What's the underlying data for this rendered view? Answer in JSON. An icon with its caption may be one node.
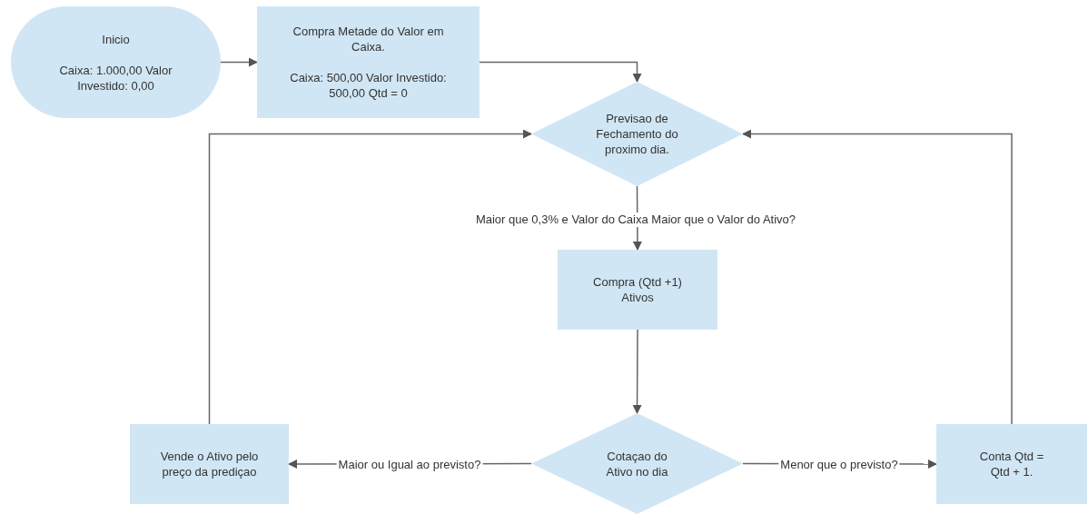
{
  "diagram": {
    "nodes": [
      {
        "text": [
          "Inicio",
          "Caixa: 1.000,00 Valor Investido: 0,00"
        ]
      },
      {
        "text": [
          "Compra Metade do Valor em Caixa.",
          "Caixa: 500,00 Valor Investido: 500,00 Qtd = 0"
        ]
      },
      {
        "text": [
          "Previsao de Fechamento do proximo dia."
        ]
      },
      {
        "text": [
          "Compra (Qtd +1) Ativos"
        ]
      },
      {
        "text": [
          "Cotaçao do Ativo no dia"
        ]
      },
      {
        "text": [
          "Vende o Ativo pelo preço da prediçao"
        ]
      },
      {
        "text": [
          "Conta Qtd = Qtd + 1."
        ]
      }
    ],
    "edges": [
      {
        "from": 0,
        "to": 1,
        "arrow": "to"
      },
      {
        "from": 1,
        "to": 2,
        "arrow": "to"
      },
      {
        "from": 2,
        "to": 3,
        "arrow": "to",
        "label": "Maior que 0,3% e Valor do Caixa Maior que o Valor do Ativo?"
      },
      {
        "from": 3,
        "to": 4,
        "arrow": "to"
      },
      {
        "from": 4,
        "to": 5,
        "arrow": "to",
        "label": "Maior ou Igual ao previsto?"
      },
      {
        "from": 4,
        "to": 6,
        "arrow": "to",
        "label": "Menor que o previsto?"
      },
      {
        "from": 5,
        "to": 2,
        "arrow": "to"
      },
      {
        "from": 6,
        "to": 2,
        "arrow": "to"
      }
    ]
  }
}
